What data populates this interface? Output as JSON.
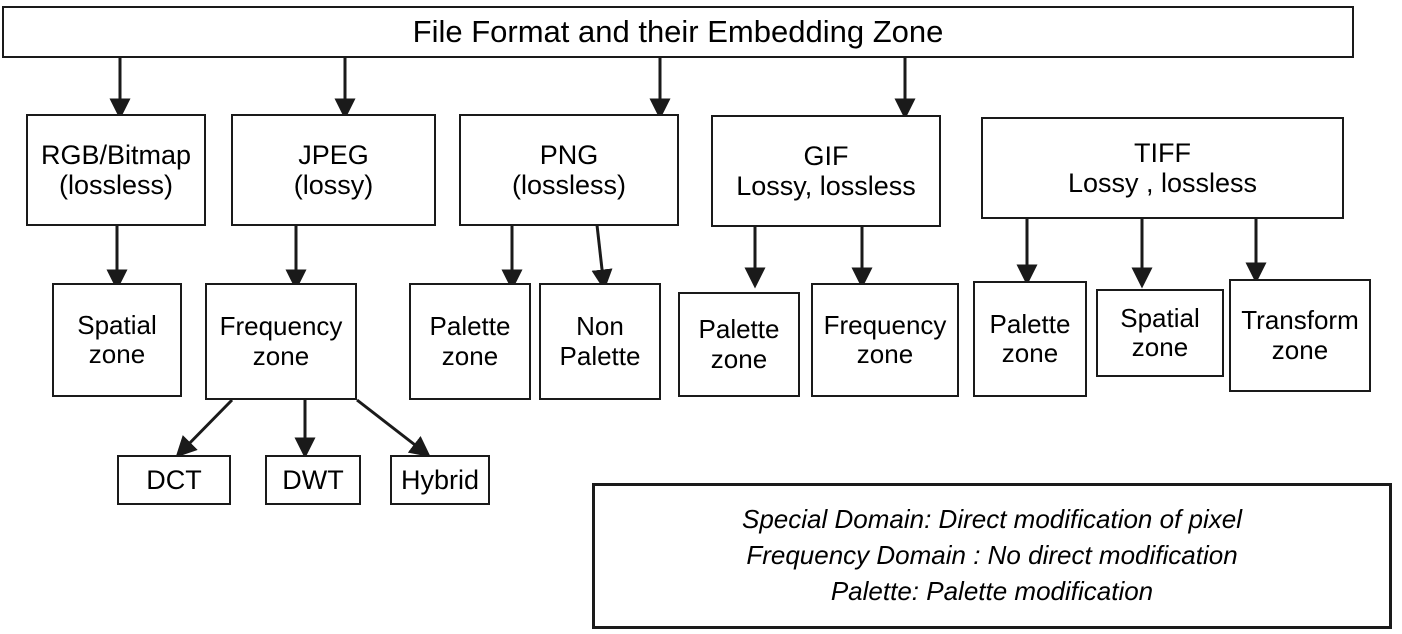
{
  "diagram": {
    "title": "File Format and their Embedding Zone",
    "formats": [
      {
        "id": "rgb",
        "lines": [
          "RGB/Bitmap",
          "(lossless)"
        ]
      },
      {
        "id": "jpeg",
        "lines": [
          "JPEG",
          "(lossy)"
        ]
      },
      {
        "id": "png",
        "lines": [
          "PNG",
          "(lossless)"
        ]
      },
      {
        "id": "gif",
        "lines": [
          "GIF",
          "Lossy, lossless"
        ]
      },
      {
        "id": "tiff",
        "lines": [
          "TIFF",
          "Lossy , lossless"
        ]
      }
    ],
    "zones": [
      {
        "id": "rgb-spatial",
        "parent": "rgb",
        "lines": [
          "Spatial",
          "zone"
        ]
      },
      {
        "id": "jpeg-frequency",
        "parent": "jpeg",
        "lines": [
          "Frequency",
          "zone"
        ]
      },
      {
        "id": "png-palette",
        "parent": "png",
        "lines": [
          "Palette",
          "zone"
        ]
      },
      {
        "id": "png-nonpalette",
        "parent": "png",
        "lines": [
          "Non",
          "Palette"
        ]
      },
      {
        "id": "gif-palette",
        "parent": "gif",
        "lines": [
          "Palette",
          "zone"
        ]
      },
      {
        "id": "gif-frequency",
        "parent": "gif",
        "lines": [
          "Frequency",
          "zone"
        ]
      },
      {
        "id": "tiff-palette",
        "parent": "tiff",
        "lines": [
          "Palette",
          "zone"
        ]
      },
      {
        "id": "tiff-spatial",
        "parent": "tiff",
        "lines": [
          "Spatial",
          "zone"
        ]
      },
      {
        "id": "tiff-transform",
        "parent": "tiff",
        "lines": [
          "Transform",
          "zone"
        ]
      }
    ],
    "techniques": [
      {
        "id": "dct",
        "parent": "jpeg-frequency",
        "label": "DCT"
      },
      {
        "id": "dwt",
        "parent": "jpeg-frequency",
        "label": "DWT"
      },
      {
        "id": "hybrid",
        "parent": "jpeg-frequency",
        "label": "Hybrid"
      }
    ],
    "legend": {
      "lines": [
        "Special Domain: Direct modification of pixel",
        "Frequency Domain : No direct modification",
        "Palette: Palette modification"
      ]
    },
    "colors": {
      "stroke": "#1a1a1a",
      "background": "#ffffff",
      "text": "#000000"
    }
  }
}
